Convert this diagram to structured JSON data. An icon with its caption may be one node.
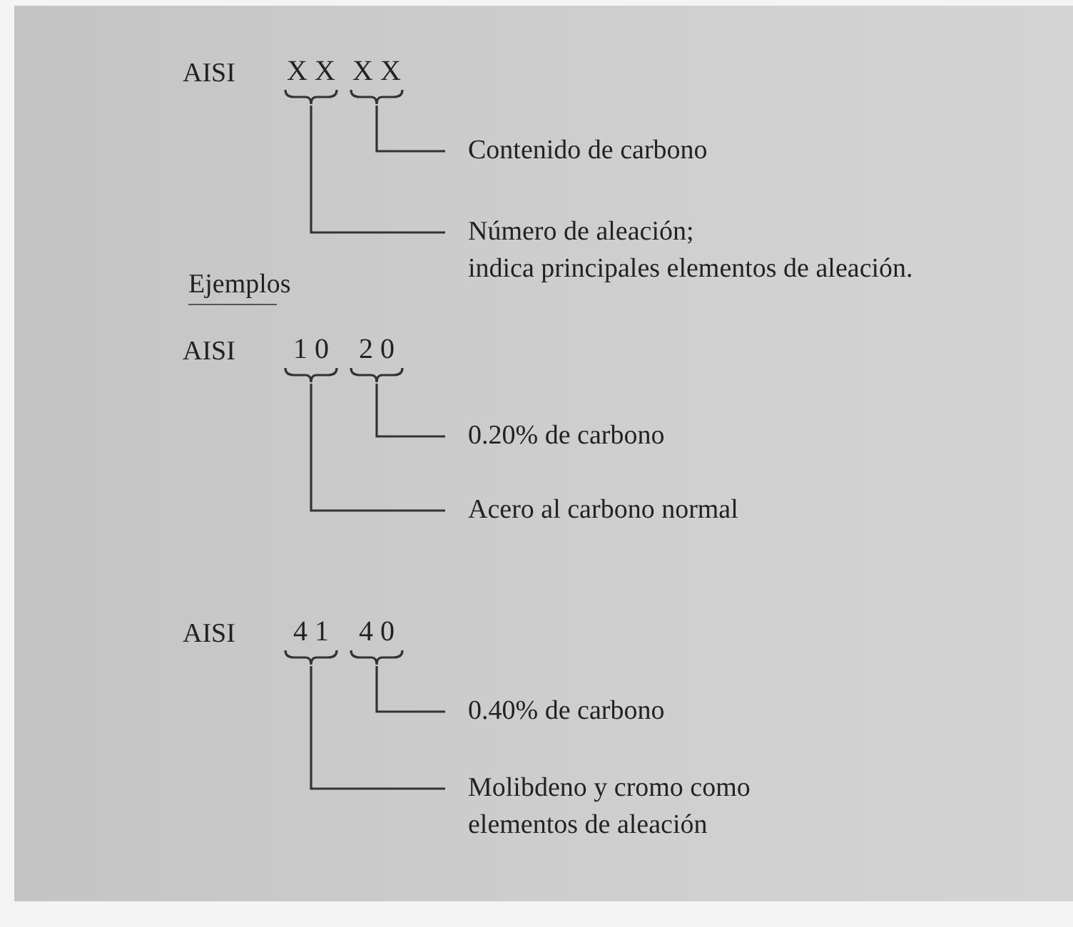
{
  "diagram": {
    "nodes": [
      {
        "text": [
          "X X"
        ]
      },
      {
        "text": [
          "X X"
        ]
      },
      {
        "text": [
          "Contenido de carbono"
        ]
      },
      {
        "text": [
          "Número de aleación;",
          "indica principales elementos de aleación."
        ]
      },
      {
        "text": [
          "1 0"
        ]
      },
      {
        "text": [
          "2 0"
        ]
      },
      {
        "text": [
          "0.20% de carbono"
        ]
      },
      {
        "text": [
          "Acero al carbono normal"
        ]
      },
      {
        "text": [
          "4 1"
        ]
      },
      {
        "text": [
          "4 0"
        ]
      },
      {
        "text": [
          "0.40% de carbono"
        ]
      },
      {
        "text": [
          "Molibdeno y cromo como elementos de aleación"
        ]
      }
    ],
    "edges": [
      {
        "from": 2,
        "to": 1,
        "arrow": "none"
      },
      {
        "from": 3,
        "to": 0,
        "arrow": "none"
      },
      {
        "from": 6,
        "to": 5,
        "arrow": "none"
      },
      {
        "from": 7,
        "to": 4,
        "arrow": "none"
      },
      {
        "from": 10,
        "to": 9,
        "arrow": "none"
      },
      {
        "from": 11,
        "to": 8,
        "arrow": "none"
      }
    ],
    "labels": [
      "AISI",
      "Ejemplos",
      "AISI",
      "AISI"
    ]
  }
}
